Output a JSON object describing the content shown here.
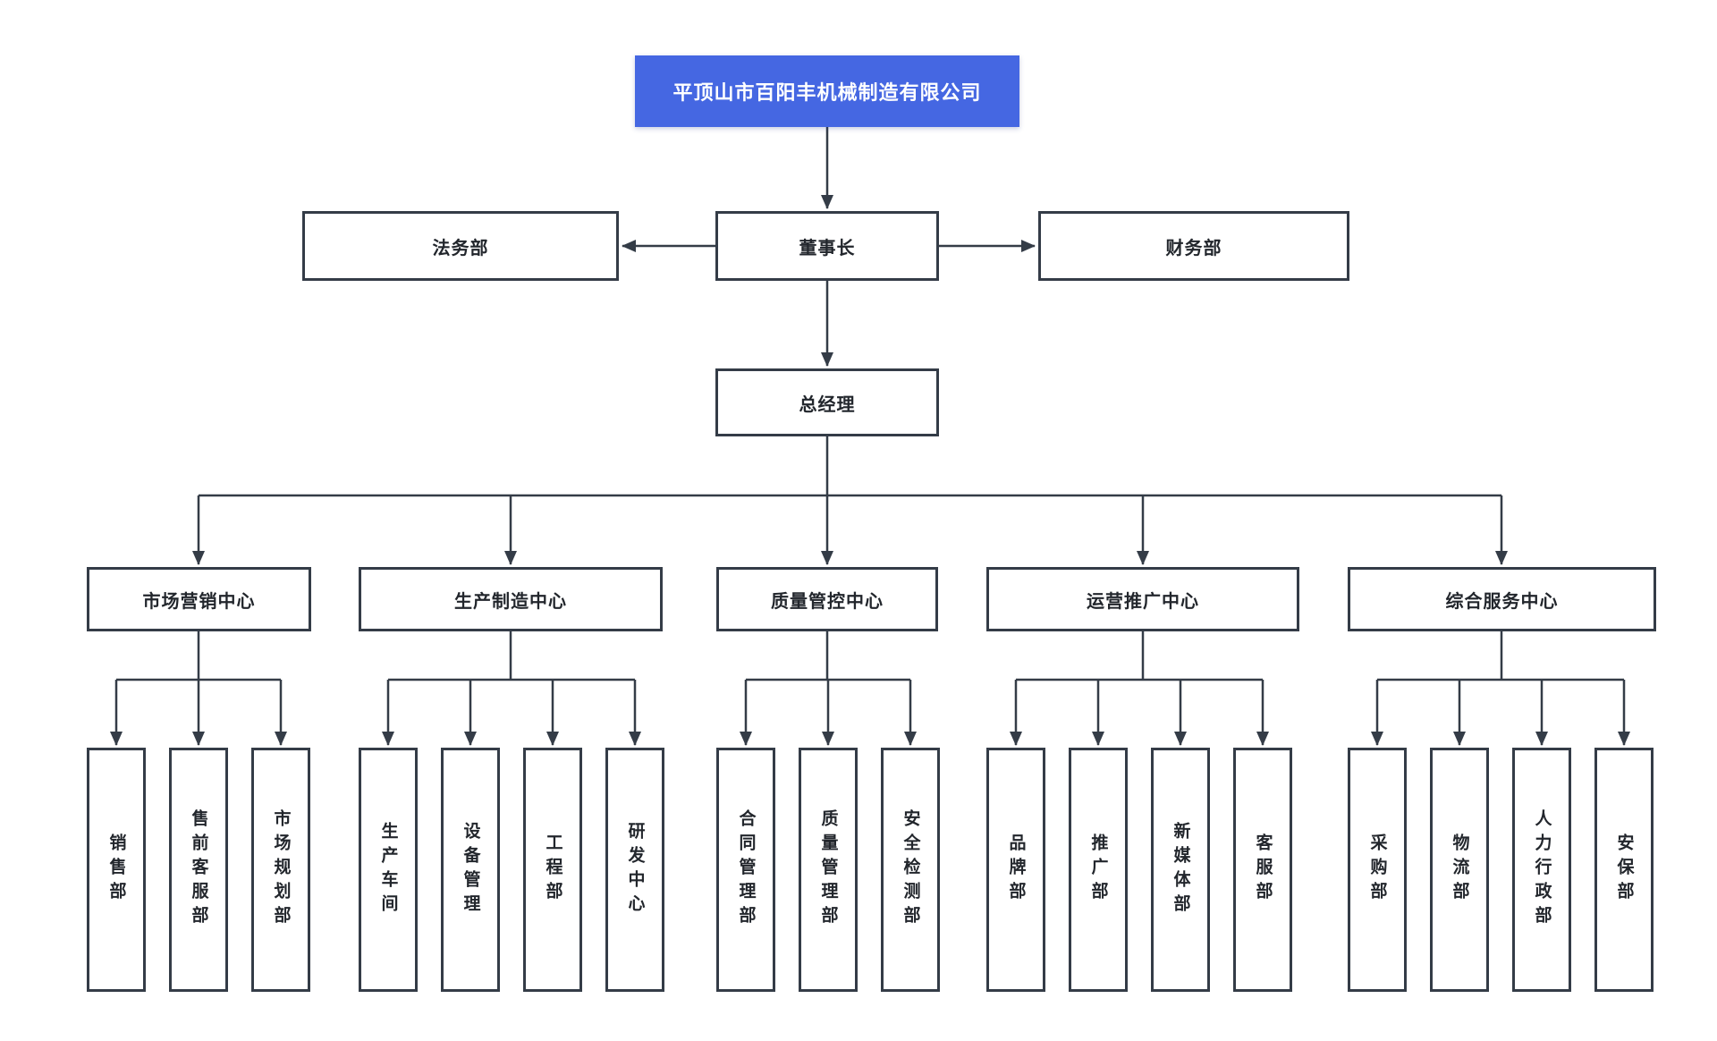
{
  "org_chart": {
    "root_label": "平顶山市百阳丰机械制造有限公司",
    "level2": {
      "legal": "法务部",
      "chairman": "董事长",
      "finance": "财务部"
    },
    "level3": {
      "general_manager": "总经理"
    },
    "centers": [
      {
        "label": "市场营销中心",
        "departments": [
          "销售部",
          "售前客服部",
          "市场规划部"
        ]
      },
      {
        "label": "生产制造中心",
        "departments": [
          "生产车间",
          "设备管理",
          "工程部",
          "研发中心"
        ]
      },
      {
        "label": "质量管控中心",
        "departments": [
          "合同管理部",
          "质量管理部",
          "安全检测部"
        ]
      },
      {
        "label": "运营推广中心",
        "departments": [
          "品牌部",
          "推广部",
          "新媒体部",
          "客服部"
        ]
      },
      {
        "label": "综合服务中心",
        "departments": [
          "采购部",
          "物流部",
          "人力行政部",
          "安保部"
        ]
      }
    ],
    "colors": {
      "root_bg": "#4567E2",
      "root_text": "#ffffff",
      "box_border": "#343C47",
      "box_text": "#22262C",
      "line": "#343C47",
      "page_bg": "#ffffff"
    }
  }
}
